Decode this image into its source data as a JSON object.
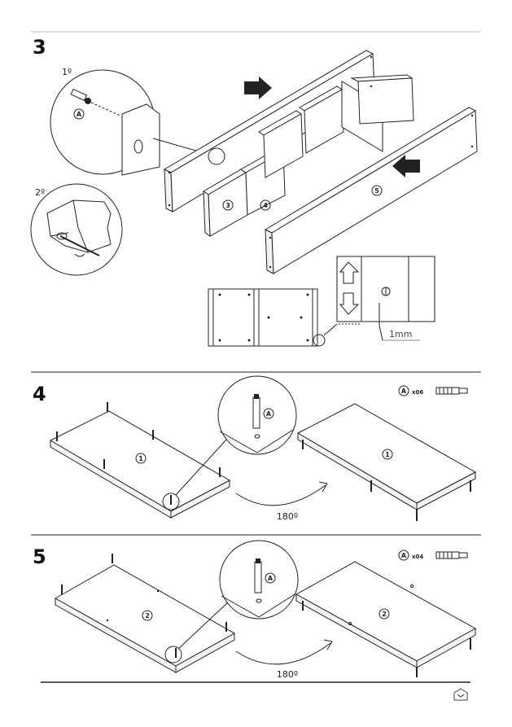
{
  "steps": [
    {
      "number": "3",
      "sub_steps": [
        "1º",
        "2º"
      ],
      "part_label": "A",
      "panel_labels": [
        "5",
        "3",
        "4",
        "5"
      ],
      "clearance": "1mm"
    },
    {
      "number": "4",
      "part_label": "A",
      "quantity": "x06",
      "panel_label": "1",
      "rotation": "180º"
    },
    {
      "number": "5",
      "part_label": "A",
      "quantity": "x04",
      "panel_label": "2",
      "rotation": "180º"
    }
  ],
  "icons": [
    "arrow-push-icon",
    "cam-bolt-icon",
    "rotate-arrow-icon",
    "brand-logo-icon"
  ]
}
